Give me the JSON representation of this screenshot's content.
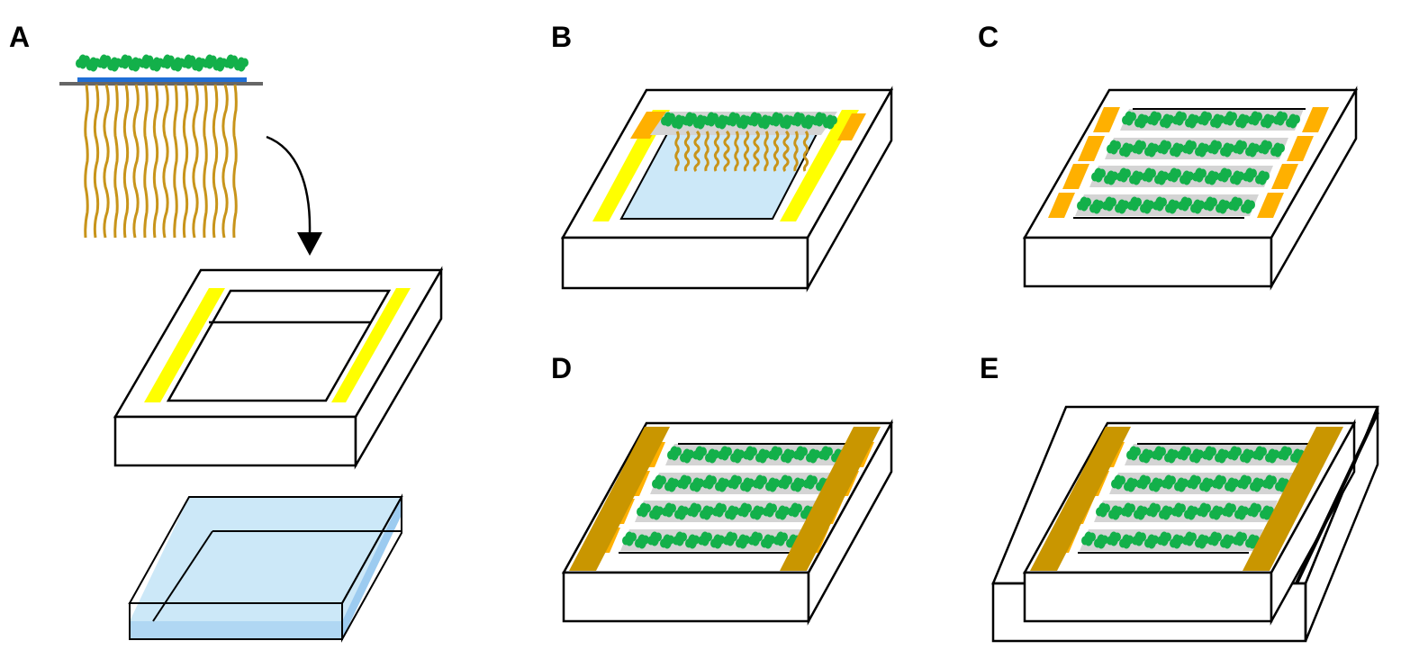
{
  "panels": {
    "A": {
      "label": "A"
    },
    "B": {
      "label": "B"
    },
    "C": {
      "label": "C"
    },
    "D": {
      "label": "D"
    },
    "E": {
      "label": "E"
    }
  },
  "colors": {
    "outline": "#000000",
    "tray_fill": "#ffffff",
    "yellow_strip": "#ffff00",
    "orange_pad": "#ffb000",
    "brown_strip": "#c99600",
    "water": "#cce8f8",
    "water_dark": "#9ccbf0",
    "plant_green": "#13b04a",
    "root_brown": "#c8941a",
    "slot_gray": "#d4d4d4",
    "stem_blue": "#1f6fd6",
    "stem_bar": "#666666"
  }
}
